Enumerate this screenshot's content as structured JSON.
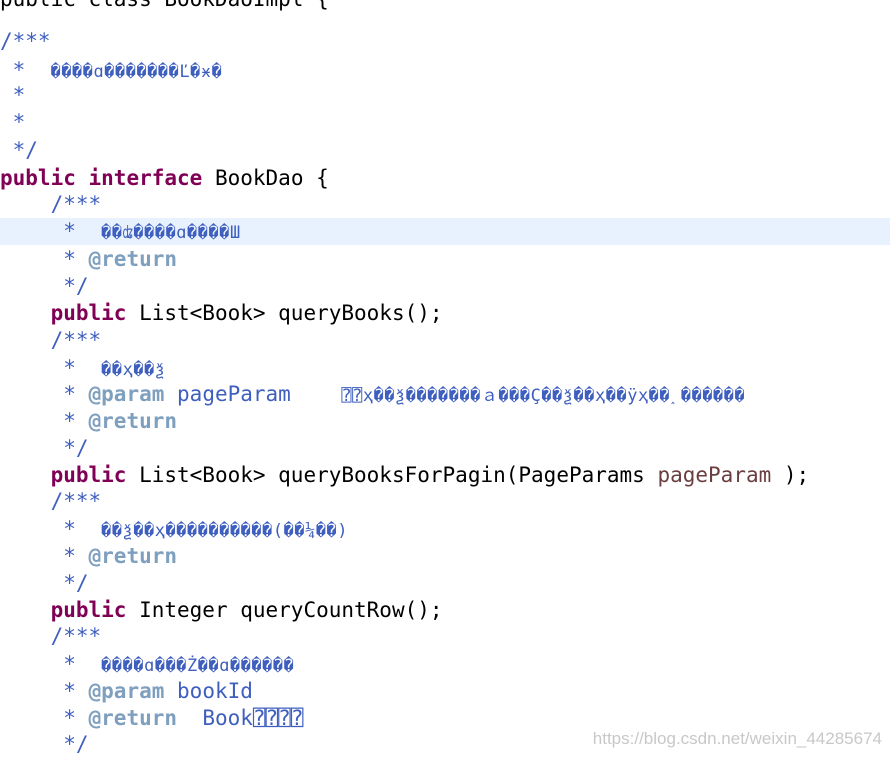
{
  "editor": {
    "lines": [
      {
        "kind": "partial",
        "text": "public class BookDaoImpl {"
      },
      {
        "kind": "comment",
        "text": "/***"
      },
      {
        "kind": "garbled",
        "prefix": " *  ",
        "text": "����ɑ�������Ľ�ӿ�"
      },
      {
        "kind": "comment",
        "text": " *"
      },
      {
        "kind": "comment",
        "text": " *"
      },
      {
        "kind": "comment",
        "text": " */"
      },
      {
        "kind": "decl",
        "kw1": "public",
        "kw2": "interface",
        "name": "BookDao",
        "brace": "{"
      },
      {
        "kind": "comment",
        "text": "    /***"
      },
      {
        "kind": "garbled_current",
        "prefix": "     *  ",
        "text": "��ʥ����ɑ����Ш"
      },
      {
        "kind": "tag",
        "prefix": "     * ",
        "tag": "@return"
      },
      {
        "kind": "comment",
        "text": "     */"
      },
      {
        "kind": "method",
        "kw": "public",
        "rest": "List<Book> queryBooks();"
      },
      {
        "kind": "comment",
        "text": "    /***"
      },
      {
        "kind": "garbled",
        "prefix": "     *  ",
        "text": "��ҳ��ѯ"
      },
      {
        "kind": "param",
        "prefix": "     * ",
        "tag": "@param",
        "pname": "pageParam",
        "gap": "    ",
        "text": "⍰⍰ҳ��ѯ�������ａ���Ç��ѯ��ҳ��ÿҳ��˰������"
      },
      {
        "kind": "tag",
        "prefix": "     * ",
        "tag": "@return"
      },
      {
        "kind": "comment",
        "text": "     */"
      },
      {
        "kind": "method_param",
        "kw": "public",
        "rest": "List<Book> queryBooksForPagin(PageParams ",
        "pvar": "pageParam",
        "tail": " );"
      },
      {
        "kind": "comment",
        "text": "    /***"
      },
      {
        "kind": "garbled",
        "prefix": "     *  ",
        "text": "��ѯ��ҳ����������(��¼��)"
      },
      {
        "kind": "tag",
        "prefix": "     * ",
        "tag": "@return"
      },
      {
        "kind": "comment",
        "text": "     */"
      },
      {
        "kind": "method",
        "kw": "public",
        "rest": "Integer queryCountRow();"
      },
      {
        "kind": "comment",
        "text": "    /***"
      },
      {
        "kind": "garbled",
        "prefix": "     *  ",
        "text": "����ɑ���Ż��ɑ������"
      },
      {
        "kind": "param",
        "prefix": "     * ",
        "tag": "@param",
        "pname": "bookId",
        "gap": "",
        "text": ""
      },
      {
        "kind": "return_type",
        "prefix": "     * ",
        "tag": "@return",
        "gap": "  ",
        "text": "Book⍰⍰⍰⍰"
      },
      {
        "kind": "comment",
        "text": "     */"
      }
    ]
  },
  "watermark": "https://blog.csdn.net/weixin_44285674",
  "colors": {
    "keyword": "#7f0055",
    "javadoc": "#3f5fbf",
    "javadoc_tag": "#7f9fbf",
    "param_var": "#6a3e3e",
    "current_line": "#e8f2fe"
  }
}
